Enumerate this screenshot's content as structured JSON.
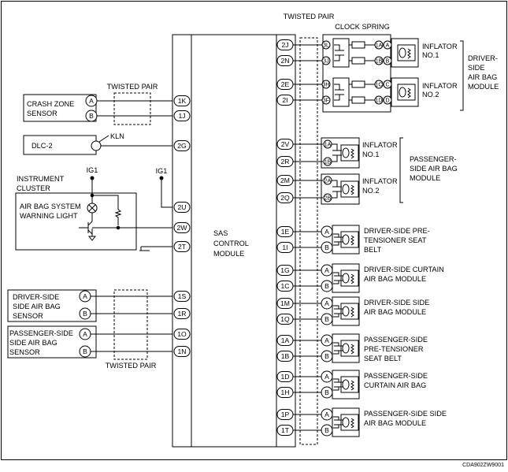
{
  "title": "",
  "module": {
    "lines": [
      "SAS",
      "CONTROL",
      "MODULE"
    ]
  },
  "twisted_pair": "TWISTED PAIR",
  "clock_spring": "CLOCK SPRING",
  "footer_code": "CDA902ZW9001",
  "ig1": "IG1",
  "kln": "KLN",
  "left_components": {
    "crash_zone_sensor": {
      "lines": [
        "CRASH ZONE",
        "SENSOR"
      ],
      "pins": [
        "A",
        "B"
      ],
      "connectors": [
        "1K",
        "1J"
      ]
    },
    "dlc2": {
      "label": "DLC-2",
      "connector": "2G"
    },
    "instrument_cluster": {
      "lines": [
        "INSTRUMENT",
        "CLUSTER"
      ],
      "light_lines": [
        "AIR BAG SYSTEM",
        "WARNING LIGHT"
      ],
      "connectors": [
        "2U",
        "2W",
        "2T"
      ]
    },
    "driver_side_sensor": {
      "lines": [
        "DRIVER-SIDE",
        "SIDE AIR BAG",
        "SENSOR"
      ],
      "pins": [
        "A",
        "B"
      ],
      "connectors": [
        "1S",
        "1R"
      ]
    },
    "passenger_side_sensor": {
      "lines": [
        "PASSENGER-SIDE",
        "SIDE AIR BAG",
        "SENSOR"
      ],
      "pins": [
        "A",
        "B"
      ],
      "connectors": [
        "1O",
        "1N"
      ]
    }
  },
  "driver_airbag": {
    "connectors": [
      "2J",
      "2N",
      "2E",
      "2I"
    ],
    "clock_pins": [
      "3L",
      "3J",
      "3H",
      "3F"
    ],
    "inflator_pins": [
      [
        "1A",
        "A",
        "1B",
        "B"
      ],
      [
        "1C",
        "C",
        "1D",
        "D"
      ]
    ],
    "inflators": [
      [
        "INFLATOR",
        "NO.1"
      ],
      [
        "INFLATOR",
        "NO.2"
      ]
    ],
    "module_lines": [
      "DRIVER-",
      "SIDE",
      "AIR BAG",
      "MODULE"
    ]
  },
  "passenger_airbag": {
    "connectors": [
      "2V",
      "2R",
      "2M",
      "2Q"
    ],
    "pins": [
      [
        "1A",
        "1B"
      ],
      [
        "2A",
        "2B"
      ]
    ],
    "inflators": [
      [
        "INFLATOR",
        "NO.1"
      ],
      [
        "INFLATOR",
        "NO.2"
      ]
    ],
    "module_lines": [
      "PASSENGER-",
      "SIDE AIR BAG",
      "MODULE"
    ]
  },
  "right_devices": [
    {
      "connectors": [
        "1E",
        "1I"
      ],
      "pins": [
        "A",
        "B"
      ],
      "lines": [
        "DRIVER-SIDE PRE-",
        "TENSIONER SEAT",
        "BELT"
      ]
    },
    {
      "connectors": [
        "1G",
        "1C"
      ],
      "pins": [
        "A",
        "B"
      ],
      "lines": [
        "DRIVER-SIDE CURTAIN",
        "AIR BAG MODULE"
      ]
    },
    {
      "connectors": [
        "1M",
        "1Q"
      ],
      "pins": [
        "A",
        "B"
      ],
      "lines": [
        "DRIVER-SIDE SIDE",
        "AIR BAG MODULE"
      ]
    },
    {
      "connectors": [
        "1A",
        "1B"
      ],
      "pins": [
        "A",
        "B"
      ],
      "lines": [
        "PASSENGER-SIDE",
        "PRE-TENSIONER",
        "SEAT BELT"
      ]
    },
    {
      "connectors": [
        "1D",
        "1H"
      ],
      "pins": [
        "A",
        "B"
      ],
      "lines": [
        "PASSENGER-SIDE",
        "CURTAIN AIR BAG"
      ]
    },
    {
      "connectors": [
        "1P",
        "1T"
      ],
      "pins": [
        "A",
        "B"
      ],
      "lines": [
        "PASSENGER-SIDE SIDE",
        "AIR BAG MODULE"
      ]
    }
  ]
}
